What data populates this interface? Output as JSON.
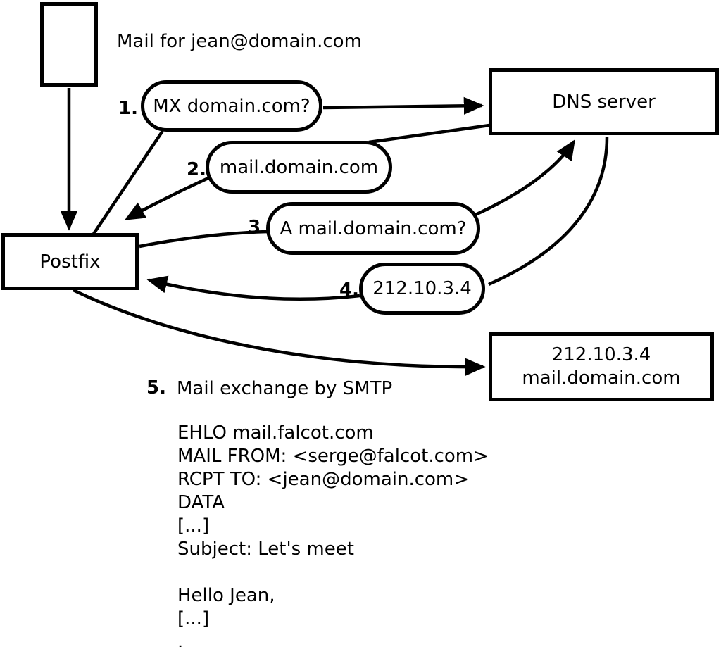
{
  "diagram": {
    "mail_label": "Mail for jean@domain.com",
    "nodes": {
      "postfix": "Postfix",
      "dns_server": "DNS server",
      "mail_server_line1": "212.10.3.4",
      "mail_server_line2": "mail.domain.com"
    },
    "steps": [
      {
        "num": "1.",
        "label": "MX domain.com?"
      },
      {
        "num": "2.",
        "label": "mail.domain.com"
      },
      {
        "num": "3.",
        "label": "A mail.domain.com?"
      },
      {
        "num": "4.",
        "label": "212.10.3.4"
      },
      {
        "num": "5.",
        "label": "Mail exchange by SMTP"
      }
    ],
    "smtp_session": {
      "lines": [
        "EHLO mail.falcot.com",
        "MAIL FROM: <serge@falcot.com>",
        "RCPT TO: <jean@domain.com>",
        "DATA",
        "[...]",
        "Subject: Let's meet",
        "",
        "Hello Jean,",
        "[...]",
        "."
      ]
    },
    "colors": {
      "stroke": "#000000",
      "background": "#ffffff"
    }
  }
}
